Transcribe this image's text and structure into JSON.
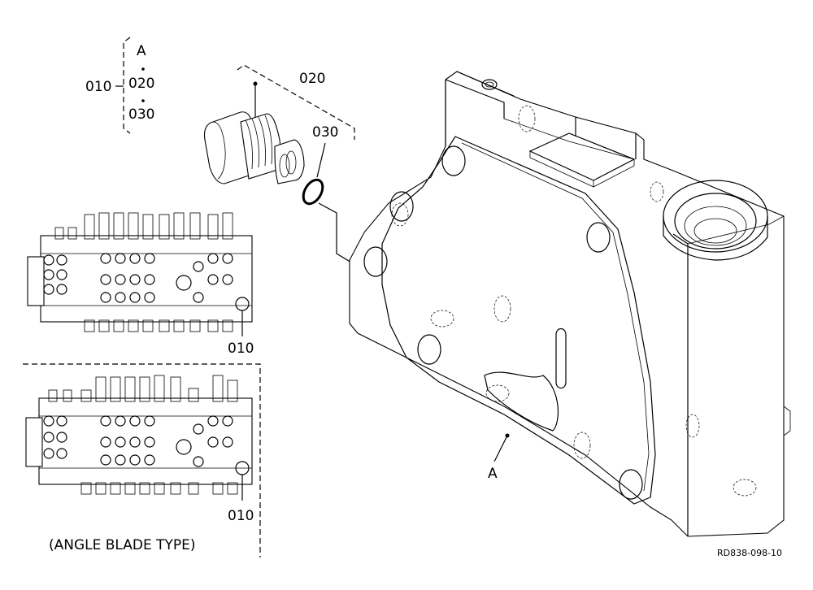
{
  "legend": {
    "group_label": "010",
    "items": [
      "A",
      "020",
      "030"
    ]
  },
  "callouts": {
    "plug": "020",
    "oring": "030",
    "assembly_top": "010",
    "assembly_bottom": "010",
    "body_point": "A"
  },
  "variant_caption": "(ANGLE BLADE TYPE)",
  "drawing_code": "RD838-098-10",
  "colors": {
    "line": "#000000",
    "background": "#ffffff"
  }
}
